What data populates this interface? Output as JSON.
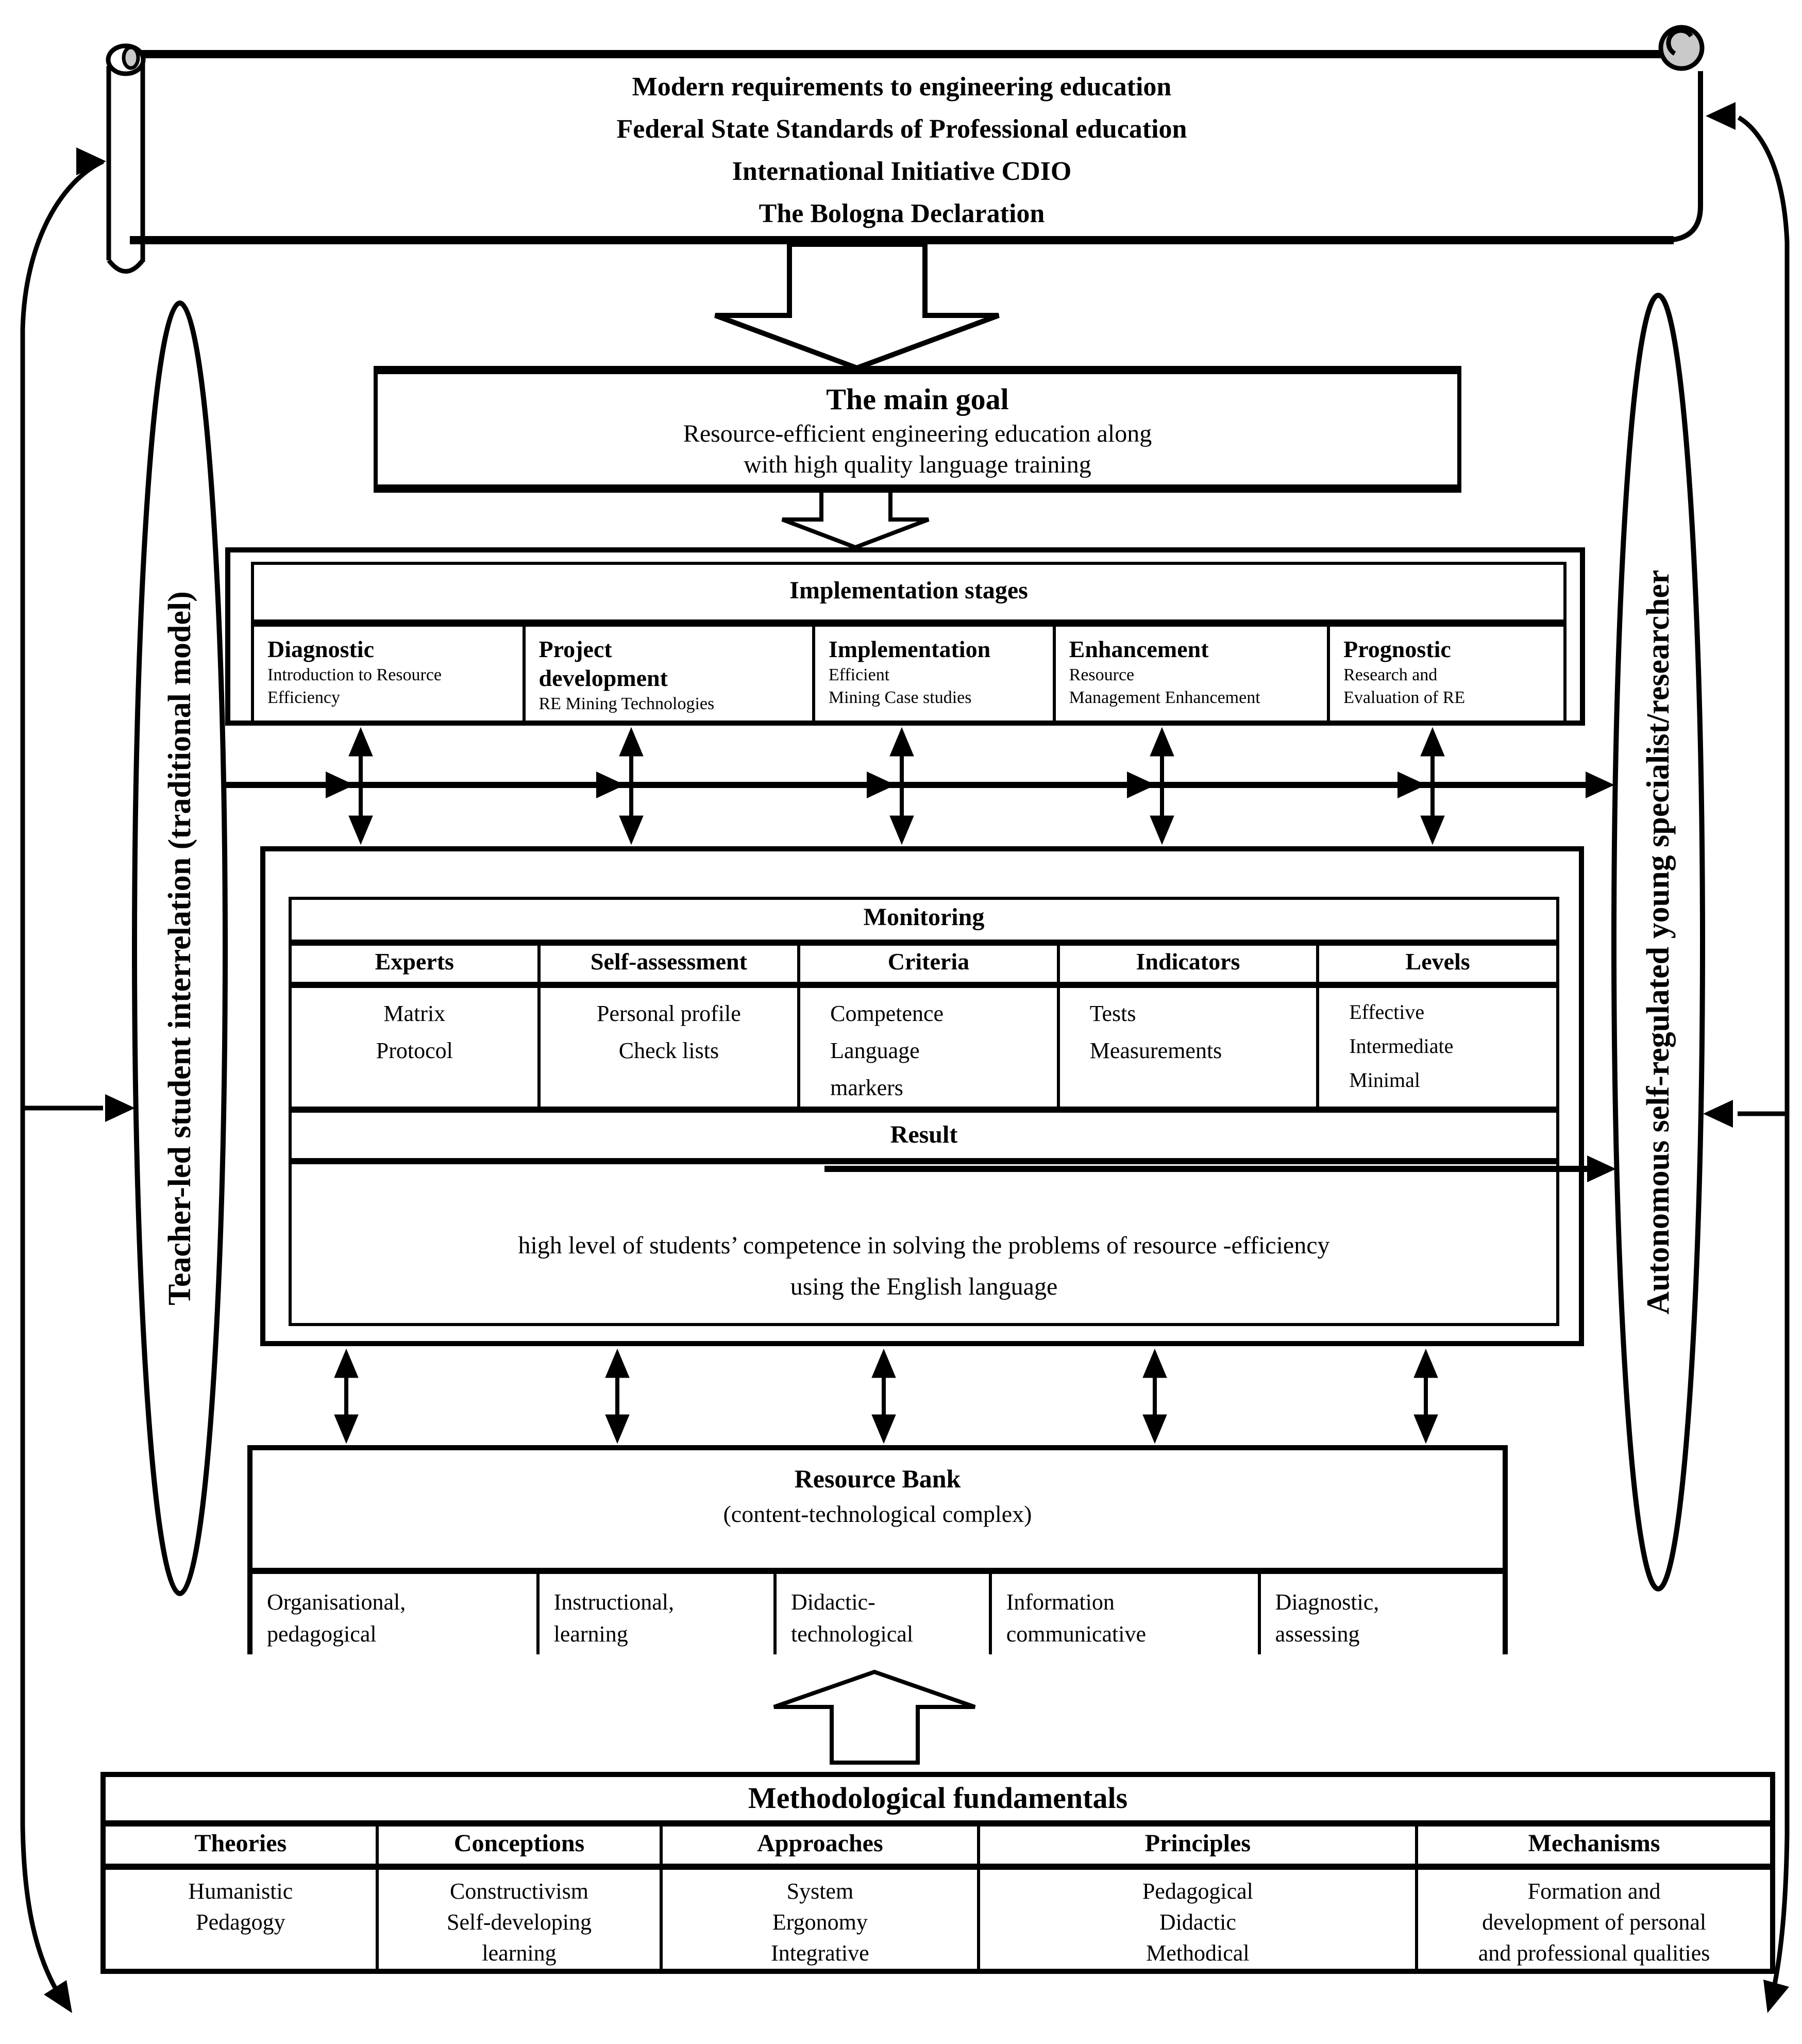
{
  "colors": {
    "ink": "#000000",
    "paper": "#ffffff",
    "scroll_roll_gray": "#c9c9c9"
  },
  "banner": {
    "lines": [
      "Modern requirements to engineering education",
      "Federal State Standards of Professional education",
      "International Initiative CDIO",
      "The Bologna Declaration"
    ]
  },
  "main_goal": {
    "title": "The main goal",
    "lines": [
      "Resource-efficient engineering education along",
      "with high quality language training"
    ]
  },
  "implementation": {
    "title": "Implementation stages",
    "stages": [
      {
        "title": "Diagnostic",
        "desc": [
          "Introduction to Resource",
          "Efficiency"
        ]
      },
      {
        "title": [
          "Project",
          "development"
        ],
        "desc": [
          "RE Mining Technologies"
        ]
      },
      {
        "title": "Implementation",
        "desc": [
          "Efficient",
          "Mining Case studies"
        ]
      },
      {
        "title": "Enhancement",
        "desc": [
          "Resource",
          "Management Enhancement"
        ]
      },
      {
        "title": "Prognostic",
        "desc": [
          "Research and",
          "Evaluation of RE"
        ]
      }
    ]
  },
  "monitoring": {
    "title": "Monitoring",
    "columns": [
      {
        "header": "Experts",
        "items": [
          "Matrix",
          "Protocol"
        ]
      },
      {
        "header": "Self-assessment",
        "items": [
          "Personal profile",
          "Check lists"
        ]
      },
      {
        "header": "Criteria",
        "items": [
          "Competence",
          "Language",
          "markers"
        ]
      },
      {
        "header": "Indicators",
        "items": [
          "Tests",
          "Measurements"
        ]
      },
      {
        "header": "Levels",
        "items": [
          "Effective",
          "Intermediate",
          "Minimal"
        ]
      }
    ],
    "result_title": "Result",
    "result_lines": [
      "high level of students’ competence  in solving the problems of resource -efficiency",
      "using the English language"
    ]
  },
  "resource_bank": {
    "title": "Resource Bank",
    "subtitle": "(content-technological complex)",
    "cells": [
      [
        "Organisational,",
        "pedagogical"
      ],
      [
        "Instructional,",
        "learning"
      ],
      [
        "Didactic-",
        "technological"
      ],
      [
        "Information",
        "communicative"
      ],
      [
        "Diagnostic,",
        "assessing"
      ]
    ]
  },
  "methodology": {
    "title": "Methodological fundamentals",
    "columns": [
      {
        "header": "Theories",
        "items": [
          "Humanistic",
          "Pedagogy"
        ]
      },
      {
        "header": "Conceptions",
        "items": [
          "Constructivism",
          "Self-developing",
          "learning"
        ]
      },
      {
        "header": "Approaches",
        "items": [
          "System",
          "Ergonomy",
          "Integrative"
        ]
      },
      {
        "header": "Principles",
        "items": [
          "Pedagogical",
          "Didactic",
          "Methodical"
        ]
      },
      {
        "header": "Mechanisms",
        "items": [
          "Formation and",
          "development of personal",
          "and professional qualities"
        ]
      }
    ]
  },
  "side_labels": {
    "left": "Teacher-led student interrelation (traditional model)",
    "right": "Autonomous self-regulated young specialist/researcher"
  }
}
